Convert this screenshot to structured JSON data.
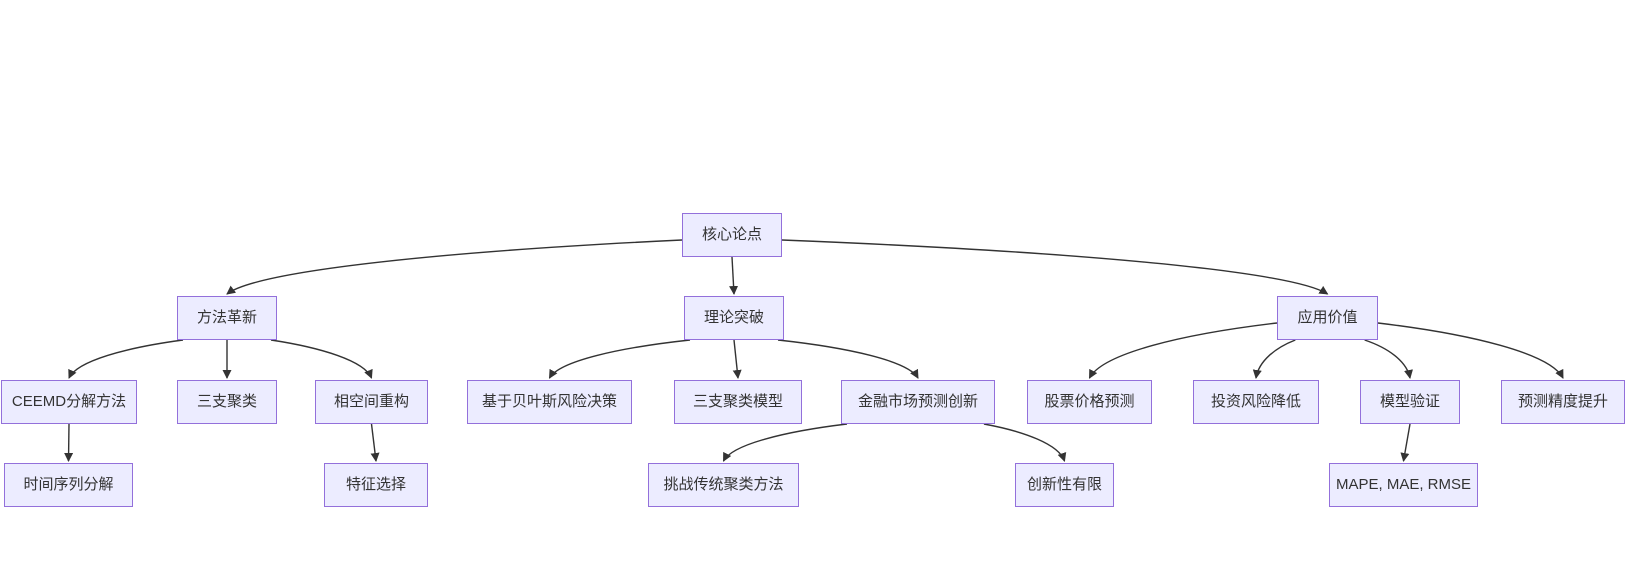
{
  "diagram": {
    "type": "flowchart-top-down",
    "nodes": [
      {
        "id": "root",
        "label": "核心论点"
      },
      {
        "id": "method",
        "label": "方法革新"
      },
      {
        "id": "theory",
        "label": "理论突破"
      },
      {
        "id": "application",
        "label": "应用价值"
      },
      {
        "id": "ceemd",
        "label": "CEEMD分解方法"
      },
      {
        "id": "three_way",
        "label": "三支聚类"
      },
      {
        "id": "phase_space",
        "label": "相空间重构"
      },
      {
        "id": "bayes",
        "label": "基于贝叶斯风险决策"
      },
      {
        "id": "twc_model",
        "label": "三支聚类模型"
      },
      {
        "id": "fin_innov",
        "label": "金融市场预测创新"
      },
      {
        "id": "stock",
        "label": "股票价格预测"
      },
      {
        "id": "risk",
        "label": "投资风险降低"
      },
      {
        "id": "validation",
        "label": "模型验证"
      },
      {
        "id": "precision",
        "label": "预测精度提升"
      },
      {
        "id": "ts_decomp",
        "label": "时间序列分解"
      },
      {
        "id": "feature_sel",
        "label": "特征选择"
      },
      {
        "id": "challenge",
        "label": "挑战传统聚类方法"
      },
      {
        "id": "limited",
        "label": "创新性有限"
      },
      {
        "id": "metrics",
        "label": "MAPE, MAE, RMSE"
      }
    ],
    "edges": [
      {
        "from": "root",
        "to": "method"
      },
      {
        "from": "root",
        "to": "theory"
      },
      {
        "from": "root",
        "to": "application"
      },
      {
        "from": "method",
        "to": "ceemd"
      },
      {
        "from": "method",
        "to": "three_way"
      },
      {
        "from": "method",
        "to": "phase_space"
      },
      {
        "from": "theory",
        "to": "bayes"
      },
      {
        "from": "theory",
        "to": "twc_model"
      },
      {
        "from": "theory",
        "to": "fin_innov"
      },
      {
        "from": "application",
        "to": "stock"
      },
      {
        "from": "application",
        "to": "risk"
      },
      {
        "from": "application",
        "to": "validation"
      },
      {
        "from": "application",
        "to": "precision"
      },
      {
        "from": "ceemd",
        "to": "ts_decomp"
      },
      {
        "from": "phase_space",
        "to": "feature_sel"
      },
      {
        "from": "fin_innov",
        "to": "challenge"
      },
      {
        "from": "fin_innov",
        "to": "limited"
      },
      {
        "from": "validation",
        "to": "metrics"
      }
    ]
  },
  "colors": {
    "node_fill": "#ECECFF",
    "node_border": "#9370DB",
    "edge": "#333333",
    "text": "#333333",
    "background": "#FFFFFF"
  }
}
